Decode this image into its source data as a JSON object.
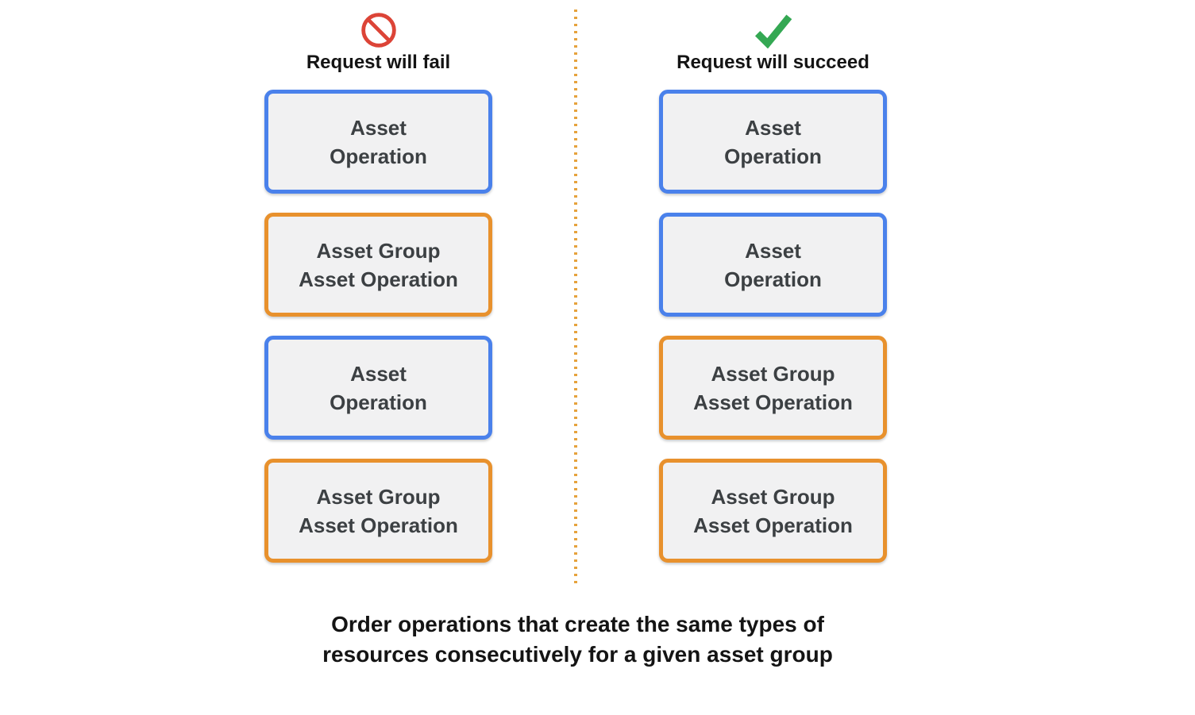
{
  "page": {
    "caption": "Order operations that create the same types of\nresources consecutively for a given asset group"
  },
  "columns": [
    {
      "label": "Request will fail",
      "icon": "prohibition-icon",
      "boxes": [
        {
          "label": "Asset\nOperation",
          "type": "blue"
        },
        {
          "label": "Asset Group\nAsset Operation",
          "type": "orange"
        },
        {
          "label": "Asset\nOperation",
          "type": "blue"
        },
        {
          "label": "Asset Group\nAsset Operation",
          "type": "orange"
        }
      ]
    },
    {
      "label": "Request will succeed",
      "icon": "checkmark-icon",
      "boxes": [
        {
          "label": "Asset\nOperation",
          "type": "blue"
        },
        {
          "label": "Asset\nOperation",
          "type": "blue"
        },
        {
          "label": "Asset Group\nAsset Operation",
          "type": "orange"
        },
        {
          "label": "Asset Group\nAsset Operation",
          "type": "orange"
        }
      ]
    }
  ],
  "colors": {
    "blue_border": "#4A81EB",
    "orange_border": "#E8912D",
    "box_background": "#F1F1F2",
    "box_text": "#3C4043",
    "fail_icon_red": "#DC4437",
    "success_icon_green": "#34A853",
    "divider_orange": "#E6A23C"
  }
}
